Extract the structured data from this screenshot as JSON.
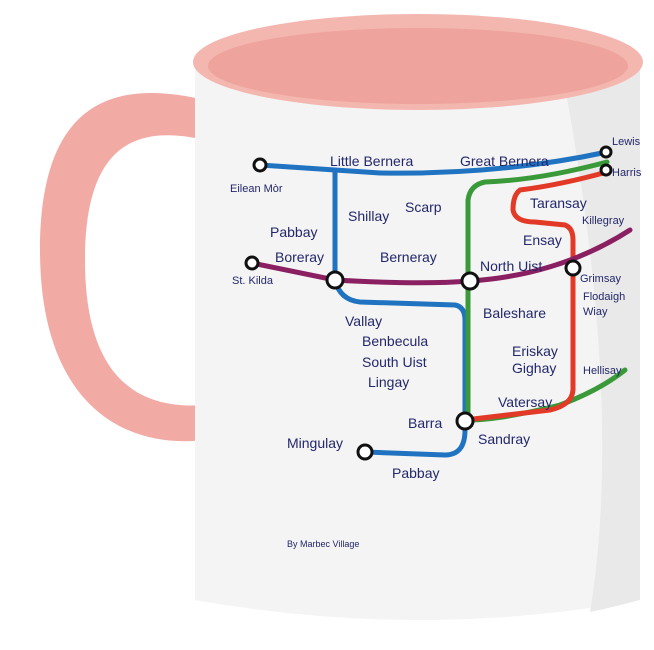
{
  "credit": "By Marbec Village",
  "colors": {
    "mug_interior": "#f3b7b0",
    "handle": "#f2aaa5",
    "blue_line": "#1f73c0",
    "green_line": "#3a9a3a",
    "red_line": "#e23a26",
    "purple_line": "#8a1f62",
    "text": "#23276b"
  },
  "stations": {
    "eilean_mor": "Eilean Mòr",
    "little_bernera": "Little Bernera",
    "great_bernera": "Great Bernera",
    "lewis": "Lewis",
    "harris": "Harris",
    "shillay": "Shillay",
    "scarp": "Scarp",
    "taransay": "Taransay",
    "pabbay_n": "Pabbay",
    "killegray": "Killegray",
    "ensay": "Ensay",
    "berneray": "Berneray",
    "boreray": "Boreray",
    "st_kilda": "St. Kilda",
    "north_uist": "North Uist",
    "grimsay": "Grimsay",
    "vallay": "Vallay",
    "baleshare": "Baleshare",
    "flodaigh": "Flodaigh",
    "wiay": "Wiay",
    "benbecula": "Benbecula",
    "south_uist": "South Uist",
    "lingay": "Lingay",
    "eriskay": "Eriskay",
    "gighay": "Gighay",
    "hellisay": "Hellisay",
    "vatersay": "Vatersay",
    "barra": "Barra",
    "sandray": "Sandray",
    "mingulay": "Mingulay",
    "pabbay_s": "Pabbay"
  }
}
